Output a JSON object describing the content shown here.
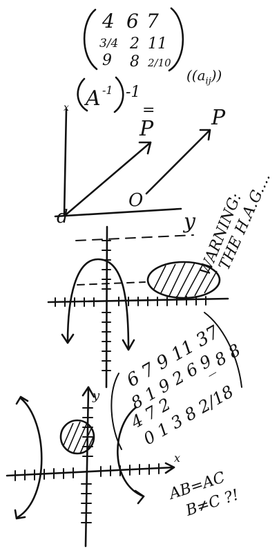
{
  "matrix": {
    "row1": [
      "4",
      "6",
      "7"
    ],
    "row2": [
      "3/4",
      "2",
      "11"
    ],
    "row3": [
      "9",
      "8",
      "2/10"
    ],
    "notation": "((a",
    "notation_sub": "ij",
    "notation_close": "))"
  },
  "inverse": {
    "inner": "A",
    "inner_exp": "-1",
    "outer_exp": "-1",
    "equals": "="
  },
  "vectors": {
    "axis_label": "x",
    "p_label_1": "P",
    "p_label_2": "P",
    "origin": "d",
    "o_label": "O",
    "y_label": "y"
  },
  "warning": {
    "line1": "WARNING:",
    "line2": "THE H.A.G...."
  },
  "numbers": {
    "row1": "6 7 9 11 37",
    "row2": "8 1 9 2 6 9",
    "row2b": "_ 8 8",
    "row3": "4 7 2",
    "row4": "0 1 3 8 2/18",
    "y_label": "y"
  },
  "bottom_graph": {
    "x_label": "x"
  },
  "equations": {
    "line1": "AB=AC",
    "line2": "B≠C ?!"
  }
}
